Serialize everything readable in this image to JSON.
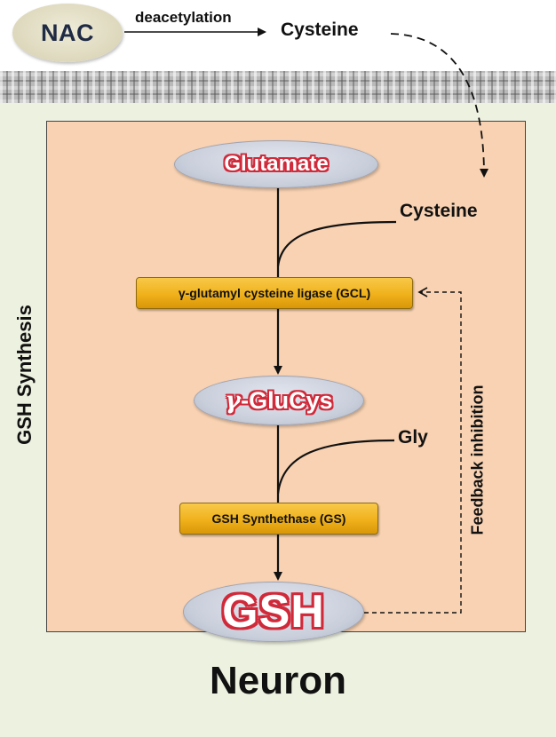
{
  "outside": {
    "nac": "NAC",
    "deacetylation": "deacetylation",
    "cysteine": "Cysteine"
  },
  "neuron": {
    "side_label": "GSH Synthesis",
    "bottom_label": "Neuron"
  },
  "pathway": {
    "glutamate": "Glutamate",
    "cysteine_input": "Cysteine",
    "gcl_enzyme": "γ-glutamyl cysteine ligase (GCL)",
    "glucys_gamma": "γ",
    "glucys_rest": "-GluCys",
    "gly_input": "Gly",
    "gs_enzyme": "GSH Synthethase (GS)",
    "gsh": "GSH",
    "feedback": "Feedback inhibition"
  },
  "colors": {
    "synthesis_box": "#f8d2b2",
    "neuron_fill": "#edf1e0",
    "enzyme_fill": "#f0b11c",
    "label_outline": "#d02a3a"
  }
}
